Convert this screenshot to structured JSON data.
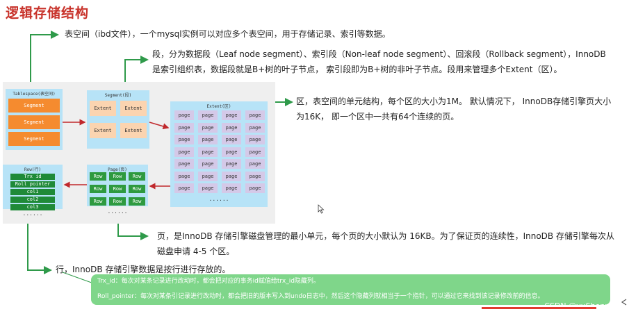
{
  "title": "逻辑存储结构",
  "desc": {
    "tablespace": "表空间（ibd文件），一个mysql实例可以对应多个表空间，用于存储记录、索引等数据。",
    "segment_1": "段，分为数据段（Leaf node segment）、索引段（Non-leaf node segment）、回滚段（Rollback segment），InnoDB",
    "segment_2": "是索引组织表，数据段就是B+树的叶子节点， 索引段即为B+树的非叶子节点。段用来管理多个Extent（区）。",
    "extent_1": "区，表空间的单元结构，每个区的大小为1M。 默认情况下， InnoDB存储引擎页大小",
    "extent_2": "为16K， 即一个区中一共有64个连续的页。",
    "page_1": "页，是InnoDB 存储引擎磁盘管理的最小单元，每个页的大小默认为 16KB。为了保证页的连续性，InnoDB 存储引擎每次从",
    "page_2": "磁盘申请 4-5 个区。",
    "row": "行，InnoDB 存储引擎数据是按行进行存放的。"
  },
  "diagram": {
    "tablespace_caption": "Tablespace(表空间)",
    "segment_caption": "Segment(段)",
    "extent_caption": "Extent(区)",
    "page_caption": "Page(页)",
    "row_caption": "Row(行)",
    "segments": [
      "Segment",
      "Segment",
      "Segment"
    ],
    "extents": [
      "Extent",
      "Extent",
      "Extent",
      "Extent"
    ],
    "page_label": "page",
    "row_label": "Row",
    "row_fields": [
      "Trx id",
      "Roll pointer",
      "col1",
      "col2",
      "col3"
    ],
    "ellipsis": "......"
  },
  "note": {
    "trx_id": "Trx_id：每次对某条记录进行改动时，都会把对应的事务id赋值给trx_id隐藏列。",
    "roll_pointer": "Roll_pointer：每次对某条引记录进行改动时，都会把旧的版本写入到undo日志中，然后这个隐藏列就相当于一个指针，可以通过它来找到该记录修改前的信息。"
  },
  "watermark": "CSDN @yuShenno1",
  "colors": {
    "title": "#c8322a",
    "connector": "#2f9a4a",
    "arrow": "#c0282c",
    "note_bg": "#7fd68a"
  }
}
